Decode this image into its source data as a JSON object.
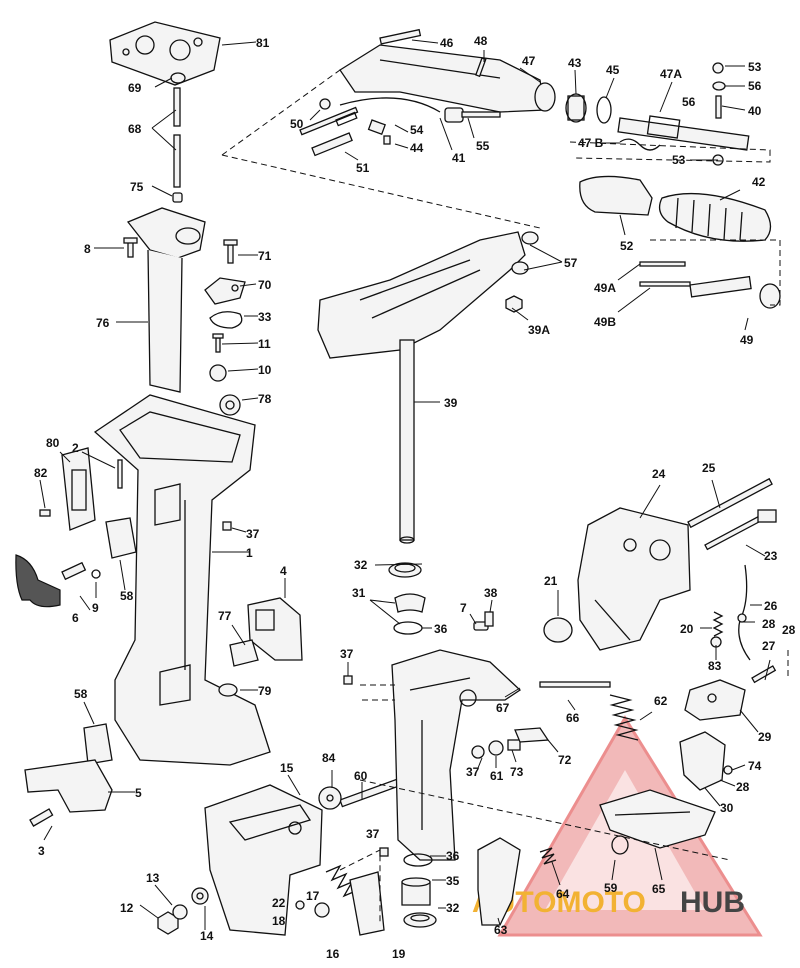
{
  "labels": [
    "81",
    "69",
    "68",
    "75",
    "8",
    "71",
    "70",
    "33",
    "11",
    "10",
    "78",
    "76",
    "80",
    "2",
    "82",
    "37",
    "1",
    "9",
    "6",
    "58",
    "4",
    "77",
    "79",
    "58",
    "5",
    "3",
    "13",
    "12",
    "14",
    "15",
    "22",
    "18",
    "17",
    "16",
    "19",
    "84",
    "60",
    "37",
    "36",
    "35",
    "32",
    "63",
    "64",
    "59",
    "65",
    "46",
    "48",
    "47",
    "43",
    "45",
    "47A",
    "53",
    "56",
    "56",
    "40",
    "50",
    "54",
    "44",
    "41",
    "55",
    "51",
    "47 B",
    "53",
    "42",
    "52",
    "57",
    "39A",
    "49A",
    "49B",
    "49",
    "39",
    "32",
    "31",
    "36",
    "7",
    "38",
    "37",
    "67",
    "61",
    "37",
    "73",
    "72",
    "66",
    "62",
    "24",
    "25",
    "21",
    "23",
    "26",
    "20",
    "28",
    "28",
    "83",
    "27",
    "29",
    "74",
    "28",
    "30"
  ],
  "watermark": {
    "part1": "AUTOMOTO",
    "part2": "HUB"
  }
}
